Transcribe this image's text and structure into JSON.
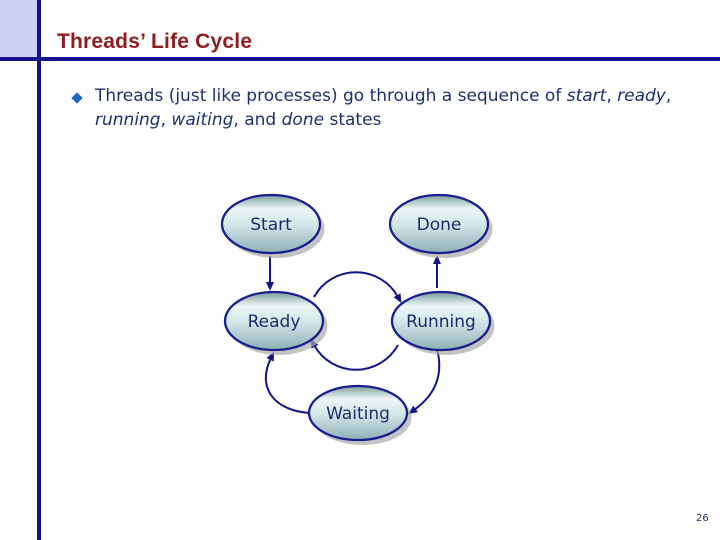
{
  "slide": {
    "title": "Threads’ Life Cycle",
    "page_number": "26"
  },
  "bullet": {
    "segments": [
      {
        "text": "Threads (just like processes) go through a sequence of ",
        "italic": false
      },
      {
        "text": "start",
        "italic": true
      },
      {
        "text": ", ",
        "italic": false
      },
      {
        "text": "ready",
        "italic": true
      },
      {
        "text": ", ",
        "italic": false
      },
      {
        "text": "running",
        "italic": true
      },
      {
        "text": ", ",
        "italic": false
      },
      {
        "text": "waiting",
        "italic": true
      },
      {
        "text": ", and ",
        "italic": false
      },
      {
        "text": "done",
        "italic": true
      },
      {
        "text": " states",
        "italic": false
      }
    ]
  },
  "diagram": {
    "nodes": [
      {
        "id": "start",
        "label": "Start"
      },
      {
        "id": "done",
        "label": "Done"
      },
      {
        "id": "ready",
        "label": "Ready"
      },
      {
        "id": "running",
        "label": "Running"
      },
      {
        "id": "waiting",
        "label": "Waiting"
      }
    ],
    "edges": [
      {
        "from": "Start",
        "to": "Ready"
      },
      {
        "from": "Ready",
        "to": "Running"
      },
      {
        "from": "Running",
        "to": "Ready"
      },
      {
        "from": "Running",
        "to": "Done"
      },
      {
        "from": "Waiting",
        "to": "Ready"
      },
      {
        "from": "Running",
        "to": "Waiting"
      }
    ]
  },
  "colors": {
    "title_red": "#8e1d1e",
    "navy_line": "#13138a",
    "body_text": "#1d2f70",
    "bullet_blue": "#1e64c8",
    "corner_square_fill": "#cad4f2",
    "node_gradient_top": "#7d9899",
    "node_gradient_light": "#ecf8f8",
    "node_gradient_bottom": "#8eafb6",
    "node_border": "#1a1f8f",
    "node_shadow": "#a9a9a9",
    "background": "#ffffff"
  }
}
